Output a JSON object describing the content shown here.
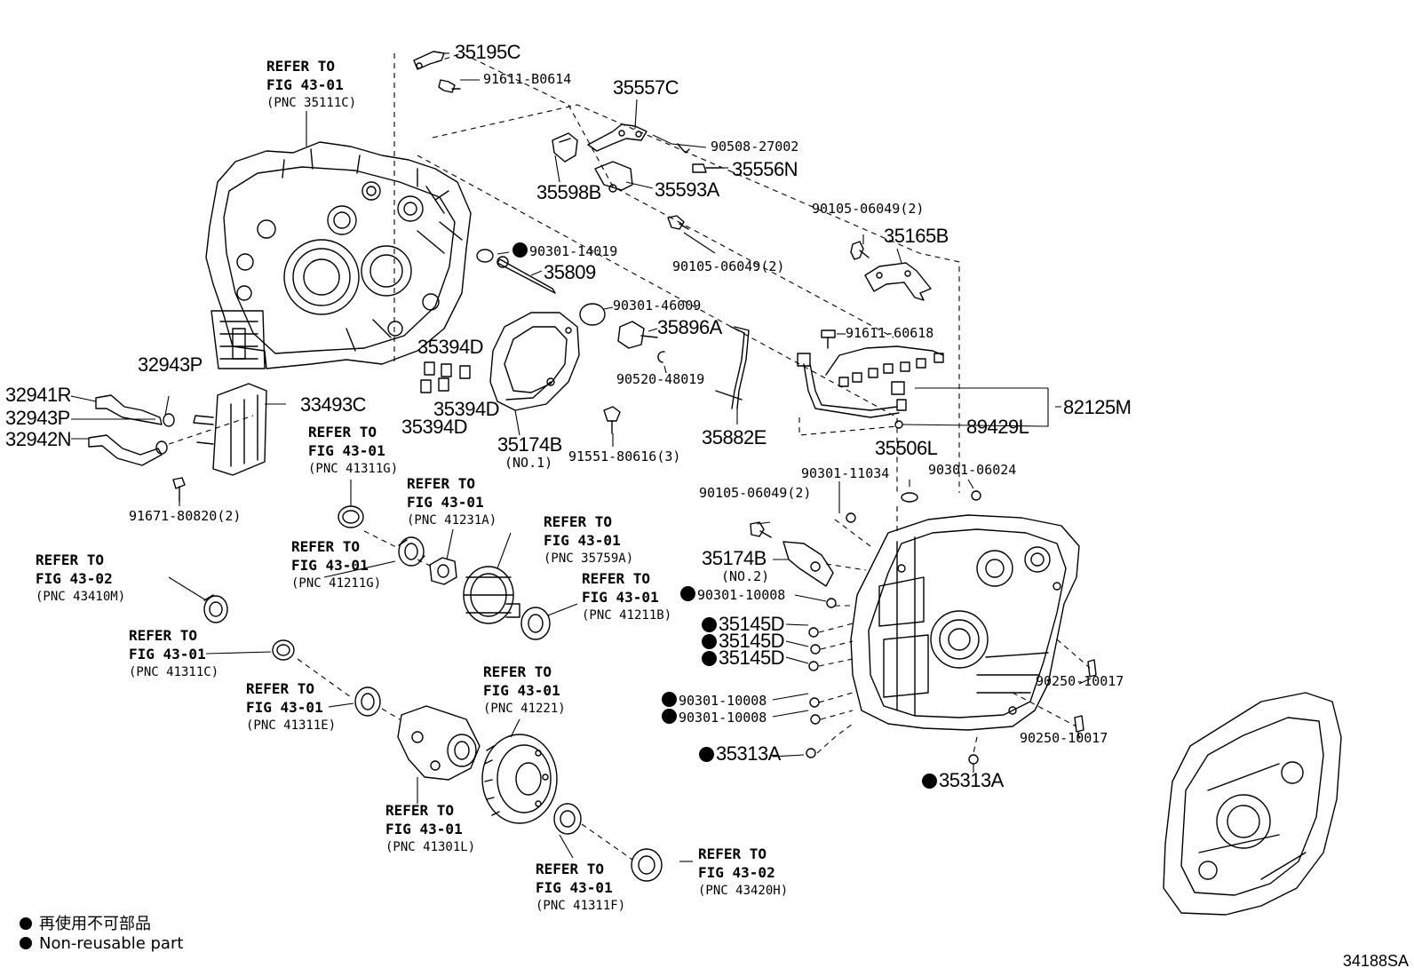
{
  "labels": {
    "p35195C": "35195C",
    "p91611B0614": "91611-B0614",
    "p35557C": "35557C",
    "p9050827002": "90508-27002",
    "p35556N": "35556N",
    "p35598B": "35598B",
    "p35593A": "35593A",
    "p9010506049a": "90105-06049(2)",
    "p9010506049b": "90105-06049(2)",
    "p9010506049c": "90105-06049(2)",
    "p35165B": "35165B",
    "p9030114019": "90301-14019",
    "p35809": "35809",
    "p9030146009": "90301-46009",
    "p35896A": "35896A",
    "p9052048019": "90520-48019",
    "p35882E": "35882E",
    "p9161160618": "91611-60618",
    "p82125M": "82125M",
    "p89429L": "89429L",
    "p35506L": "35506L",
    "p9030111034": "90301-11034",
    "p9030106024": "90301-06024",
    "p35394Da": "35394D",
    "p35394Db": "35394D",
    "p35394Dc": "35394D",
    "p35174B1": "35174B",
    "p35174B1sub": "(NO.1)",
    "p9155180616": "91551-80616(3)",
    "p32943Pa": "32943P",
    "p32941R": "32941R",
    "p32943Pb": "32943P",
    "p32942N": "32942N",
    "p33493C": "33493C",
    "p9167180820": "91671-80820(2)",
    "p35174B2": "35174B",
    "p35174B2sub": "(NO.2)",
    "p9030110008a": "90301-10008",
    "p35145Da": "35145D",
    "p35145Db": "35145D",
    "p35145Dc": "35145D",
    "p9030110008b": "90301-10008",
    "p9030110008c": "90301-10008",
    "p35313Aa": "35313A",
    "p35313Ab": "35313A",
    "p9025010017a": "90250-10017",
    "p9025010017b": "90250-10017"
  },
  "refs": {
    "r1": {
      "l1": "REFER TO",
      "l2": "FIG 43-01",
      "l3": "(PNC 35111C)"
    },
    "r2": {
      "l1": "REFER TO",
      "l2": "FIG 43-01",
      "l3": "(PNC 41311G)"
    },
    "r3": {
      "l1": "REFER TO",
      "l2": "FIG 43-01",
      "l3": "(PNC 41231A)"
    },
    "r4": {
      "l1": "REFER TO",
      "l2": "FIG 43-01",
      "l3": "(PNC 35759A)"
    },
    "r5": {
      "l1": "REFER TO",
      "l2": "FIG 43-01",
      "l3": "(PNC 41211G)"
    },
    "r6": {
      "l1": "REFER TO",
      "l2": "FIG 43-01",
      "l3": "(PNC 41211B)"
    },
    "r7": {
      "l1": "REFER TO",
      "l2": "FIG 43-02",
      "l3": "(PNC 43410M)"
    },
    "r8": {
      "l1": "REFER TO",
      "l2": "FIG 43-01",
      "l3": "(PNC 41311C)"
    },
    "r9": {
      "l1": "REFER TO",
      "l2": "FIG 43-01",
      "l3": "(PNC 41311E)"
    },
    "r10": {
      "l1": "REFER TO",
      "l2": "FIG 43-01",
      "l3": "(PNC 41221)"
    },
    "r11": {
      "l1": "REFER TO",
      "l2": "FIG 43-01",
      "l3": "(PNC 41301L)"
    },
    "r12": {
      "l1": "REFER TO",
      "l2": "FIG 43-01",
      "l3": "(PNC 41311F)"
    },
    "r13": {
      "l1": "REFER TO",
      "l2": "FIG 43-02",
      "l3": "(PNC 43420H)"
    }
  },
  "legend": {
    "jp": "再使用不可部品",
    "en": "Non-reusable part"
  },
  "identifier": "34188SA"
}
